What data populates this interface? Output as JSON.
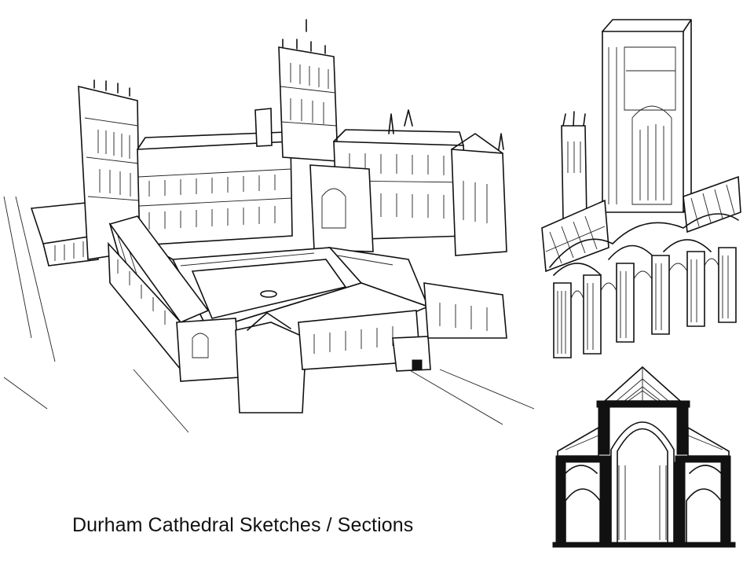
{
  "slide": {
    "caption": "Durham Cathedral Sketches / Sections"
  },
  "illustrations": [
    {
      "name": "aerial-view-sketch"
    },
    {
      "name": "tower-cutaway-section"
    },
    {
      "name": "nave-cross-section"
    }
  ]
}
